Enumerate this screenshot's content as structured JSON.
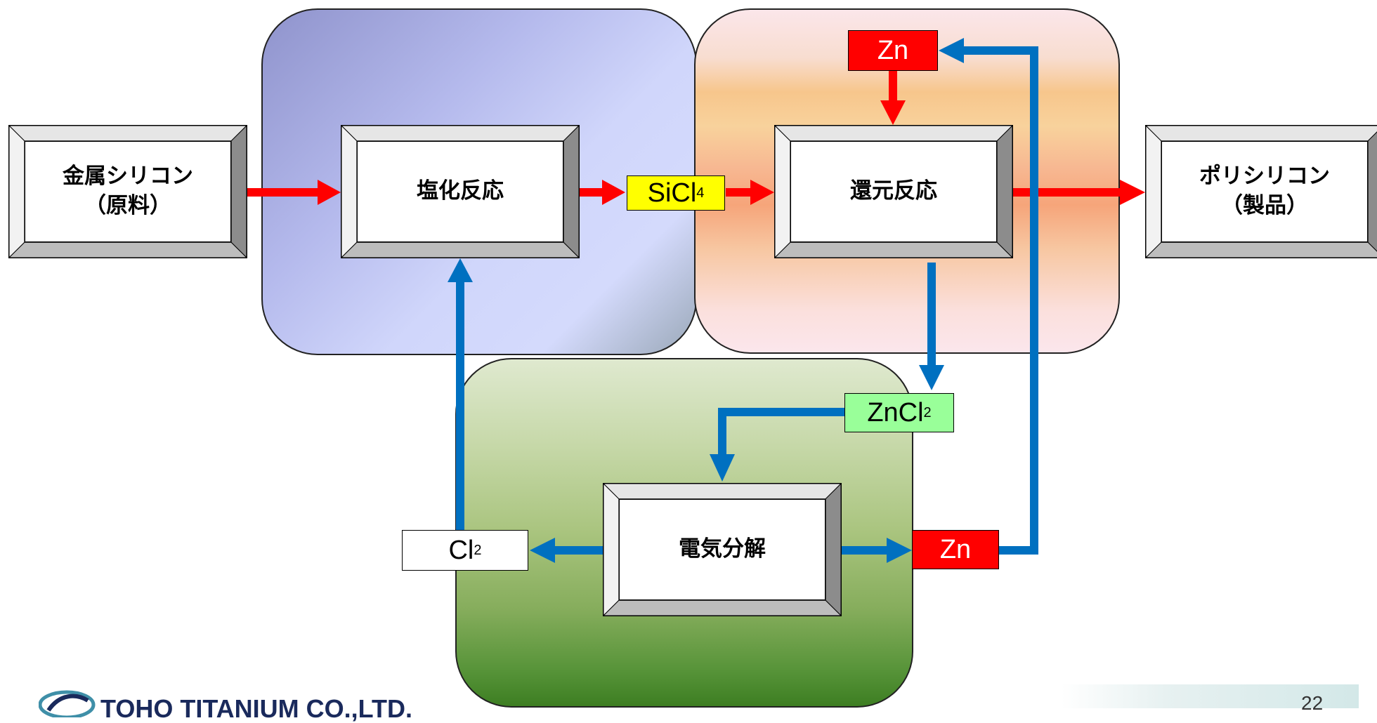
{
  "regions": {
    "chlorination_color": "#c8cdf8",
    "reduction_color": "#f8c896",
    "electrolysis_color": "#94b86b"
  },
  "boxes": {
    "metal_silicon": "金属シリコン\n（原料）",
    "chlorination": "塩化反応",
    "reduction": "還元反応",
    "polysilicon": "ポリシリコン\n（製品）",
    "electrolysis": "電気分解"
  },
  "chemicals": {
    "sicl4": {
      "base": "SiCl",
      "sub": "4",
      "color": "#ffff00"
    },
    "zn_top": {
      "base": "Zn",
      "color": "#ff0000"
    },
    "zncl2": {
      "base": "ZnCl",
      "sub": "2",
      "color": "#99ff99"
    },
    "cl2": {
      "base": "Cl",
      "sub": "2",
      "color": "#ffffff"
    },
    "zn_bottom": {
      "base": "Zn",
      "color": "#ff0000"
    }
  },
  "arrow_colors": {
    "main_flow": "#ff0000",
    "recycle_flow": "#0070c0"
  },
  "footer": {
    "company": "TOHO TITANIUM CO.,LTD.",
    "page_number": "22"
  }
}
